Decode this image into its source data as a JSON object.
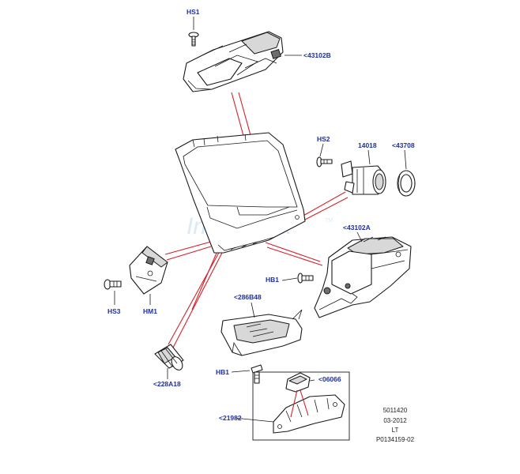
{
  "watermark": "Infomedia",
  "trademark": "TM",
  "labels": {
    "hs1": "HS1",
    "p43102b": "<43102B",
    "hs2": "HS2",
    "p14018": "14018",
    "p43708": "<43708",
    "p43102a": "<43102A",
    "hb1_a": "HB1",
    "p286b48": "<286B48",
    "hs3": "HS3",
    "hm1": "HM1",
    "p228a18": "<228A18",
    "hb1_b": "HB1",
    "p06066": "<06066",
    "p21982": "<21982"
  },
  "info": {
    "line1": "5011420",
    "line2": "03-2012",
    "line3": "LT",
    "line4": "P0134159-02"
  }
}
